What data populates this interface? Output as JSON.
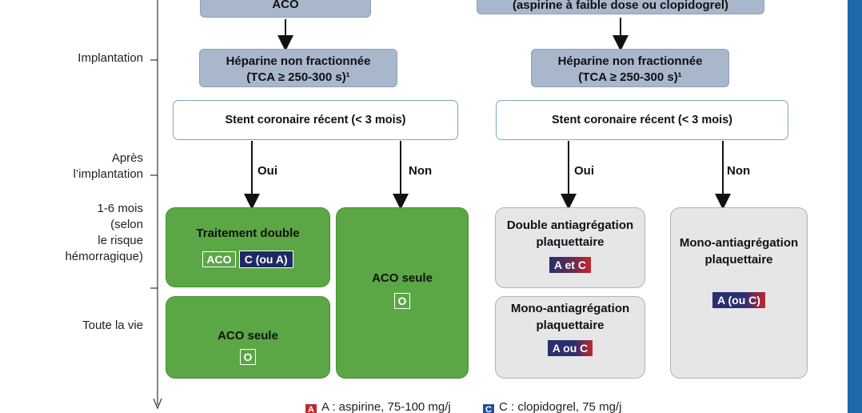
{
  "top": {
    "left_box_label": "ACO",
    "right_box_label": "(aspirine à faible dose ou clopidogrel)"
  },
  "timeline": {
    "implantation": "Implantation",
    "apres_line1": "Après",
    "apres_line2": "l’implantation",
    "months_line1": "1-6 mois",
    "months_line2": "(selon",
    "months_line3": "le risque",
    "months_line4": "hémorragique)",
    "life": "Toute la vie"
  },
  "heparin": {
    "line1": "Héparine non fractionnée",
    "line2": "(TCA ≥ 250-300 s)¹"
  },
  "stent": {
    "label": "Stent coronaire récent (< 3 mois)"
  },
  "branches": {
    "yes": "Oui",
    "no": "Non"
  },
  "left": {
    "double_title": "Traitement double",
    "tag_aco": "ACO",
    "tag_c_ou_a": "C (ou A)",
    "aco_seule": "ACO seule",
    "tag_o": "O",
    "aco_seule_right": "ACO seule",
    "tag_o_right": "O"
  },
  "right": {
    "dap_line1": "Double antiagrégation",
    "dap_line2": "plaquettaire",
    "tag_a_et_c": "A et C",
    "mono_line1": "Mono-antiagrégation",
    "mono_line2": "plaquettaire",
    "tag_a_ou_c": "A ou C",
    "mono_right_line1": "Mono-antiagrégation",
    "mono_right_line2": "plaquettaire",
    "tag_a_ou_c_paren": "A (ou C)"
  },
  "legend": {
    "a_letter": "A",
    "a_text": "A : aspirine, 75-100 mg/j",
    "c_letter": "C",
    "c_text": "C : clopidogrel, 75 mg/j"
  },
  "colors": {
    "blue_box": "#a9b7cc",
    "green_box": "#5ba645",
    "grey_box": "#e6e6e9",
    "navy": "#1f2a63",
    "red": "#c2262e",
    "accent_bar": "#1e6aa8"
  }
}
